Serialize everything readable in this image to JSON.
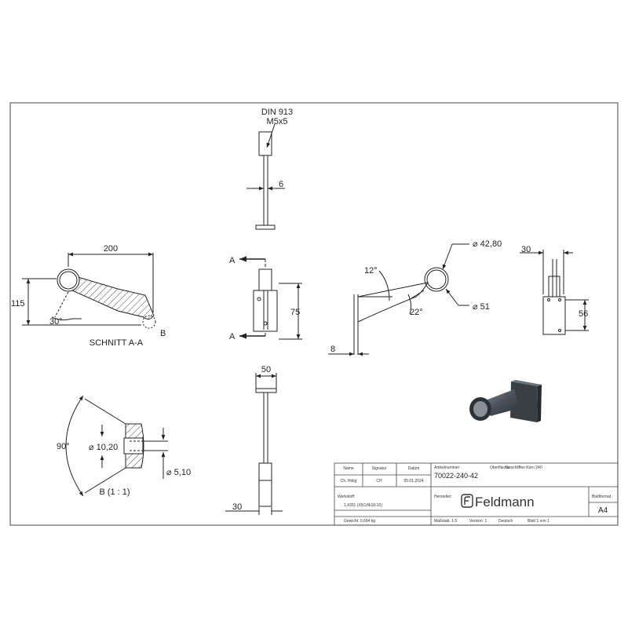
{
  "top_view": {
    "screw_spec_line1": "DIN 913",
    "screw_spec_line2": "M5x5",
    "dim_width": "6"
  },
  "section_view": {
    "dim_length": "200",
    "dim_height": "115",
    "angle": "30°",
    "detail_marker": "B",
    "title": "SCHNITT A-A"
  },
  "front_view": {
    "section_marker_top": "A",
    "section_marker_bottom": "A",
    "dim_height": "75"
  },
  "side_view": {
    "angle_top": "12°",
    "angle_bottom": "22°",
    "dia_inner": "⌀ 42,80",
    "dia_outer": "⌀ 51",
    "dim_thickness": "8"
  },
  "plate_view": {
    "dim_width": "30",
    "dim_hole_spacing": "56"
  },
  "bottom_view": {
    "dim_width": "50",
    "dim_height": "30"
  },
  "detail_view": {
    "angle": "90°",
    "dia_counterbore": "⌀ 10,20",
    "dia_hole": "⌀ 5,10",
    "title": "B (1 : 1)"
  },
  "title_block": {
    "h_name": "Name",
    "h_signature": "Signatur",
    "h_date": "Datum",
    "drawn_name": "Ch. Hölig",
    "drawn_sig": "CH",
    "drawn_date": "05.01.2024",
    "article_label": "Artikelnummer",
    "article_number": "70022-240-42",
    "surface_label": "Oberfläche:",
    "surface_value": "Geschliffen Korn 240",
    "material_label": "Werkstoff:",
    "material_value": "1.4301 (X5CrNi18-10)",
    "weight": "Gewicht: 0,694 kg",
    "maker_label": "Hersteller:",
    "brand": "Feldmann",
    "sheetformat_label": "Blattformat",
    "sheetformat_value": "A4",
    "scale": "Maßstab: 1:5",
    "version": "Version: 1",
    "language": "Deutsch",
    "sheet": "Blatt 1 von 1"
  },
  "colors": {
    "line": "#222222",
    "frame": "#444444",
    "part_dark": "#3a3f45",
    "part_mid": "#6b7178"
  }
}
